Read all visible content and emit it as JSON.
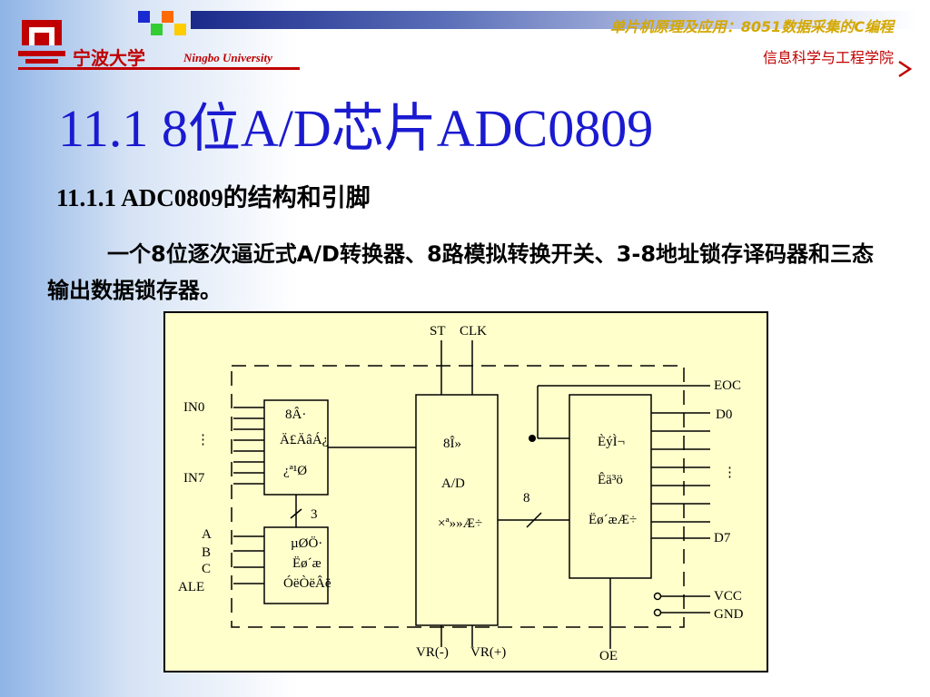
{
  "header": {
    "school_cn": "宁波大学",
    "school_en": "Ningbo University",
    "course": "单片机原理及应用：8051数据采集的C编程",
    "department": "信息科学与工程学院"
  },
  "slide": {
    "title": "11.1   8位A/D芯片ADC0809",
    "subtitle": "11.1.1   ADC0809的结构和引脚",
    "paragraph": "一个8位逐次逼近式A/D转换器、8路模拟转换开关、3-8地址锁存译码器和三态输出数据锁存器。"
  },
  "diagram": {
    "top_pins": {
      "st": "ST",
      "clk": "CLK"
    },
    "left_pins": {
      "in0": "IN0",
      "dots": "⋮",
      "in7": "IN7",
      "a": "A",
      "b": "B",
      "c": "C",
      "ale": "ALE"
    },
    "right_pins": {
      "eoc": "EOC",
      "d0": "D0",
      "dots": "⋮",
      "d7": "D7",
      "vcc": "VCC",
      "gnd": "GND"
    },
    "bottom_pins": {
      "vr_minus": "VR(-)",
      "vr_plus": "VR(+)",
      "oe": "OE"
    },
    "bus_labels": {
      "addr_width": "3",
      "data_width": "8"
    },
    "blocks": {
      "mux": [
        "8Â·",
        "Ä£ÄâÁ¿",
        "¿ª¹Ø"
      ],
      "decoder": [
        "µØÖ·",
        "Ëø´æ",
        "ÓëÒëÂë"
      ],
      "adc": [
        "8Î»",
        "A/D",
        "×ª»»Æ÷"
      ],
      "latch": [
        "ÈýÌ¬",
        "Êä³ö",
        "Ëø´æÆ÷"
      ]
    }
  }
}
